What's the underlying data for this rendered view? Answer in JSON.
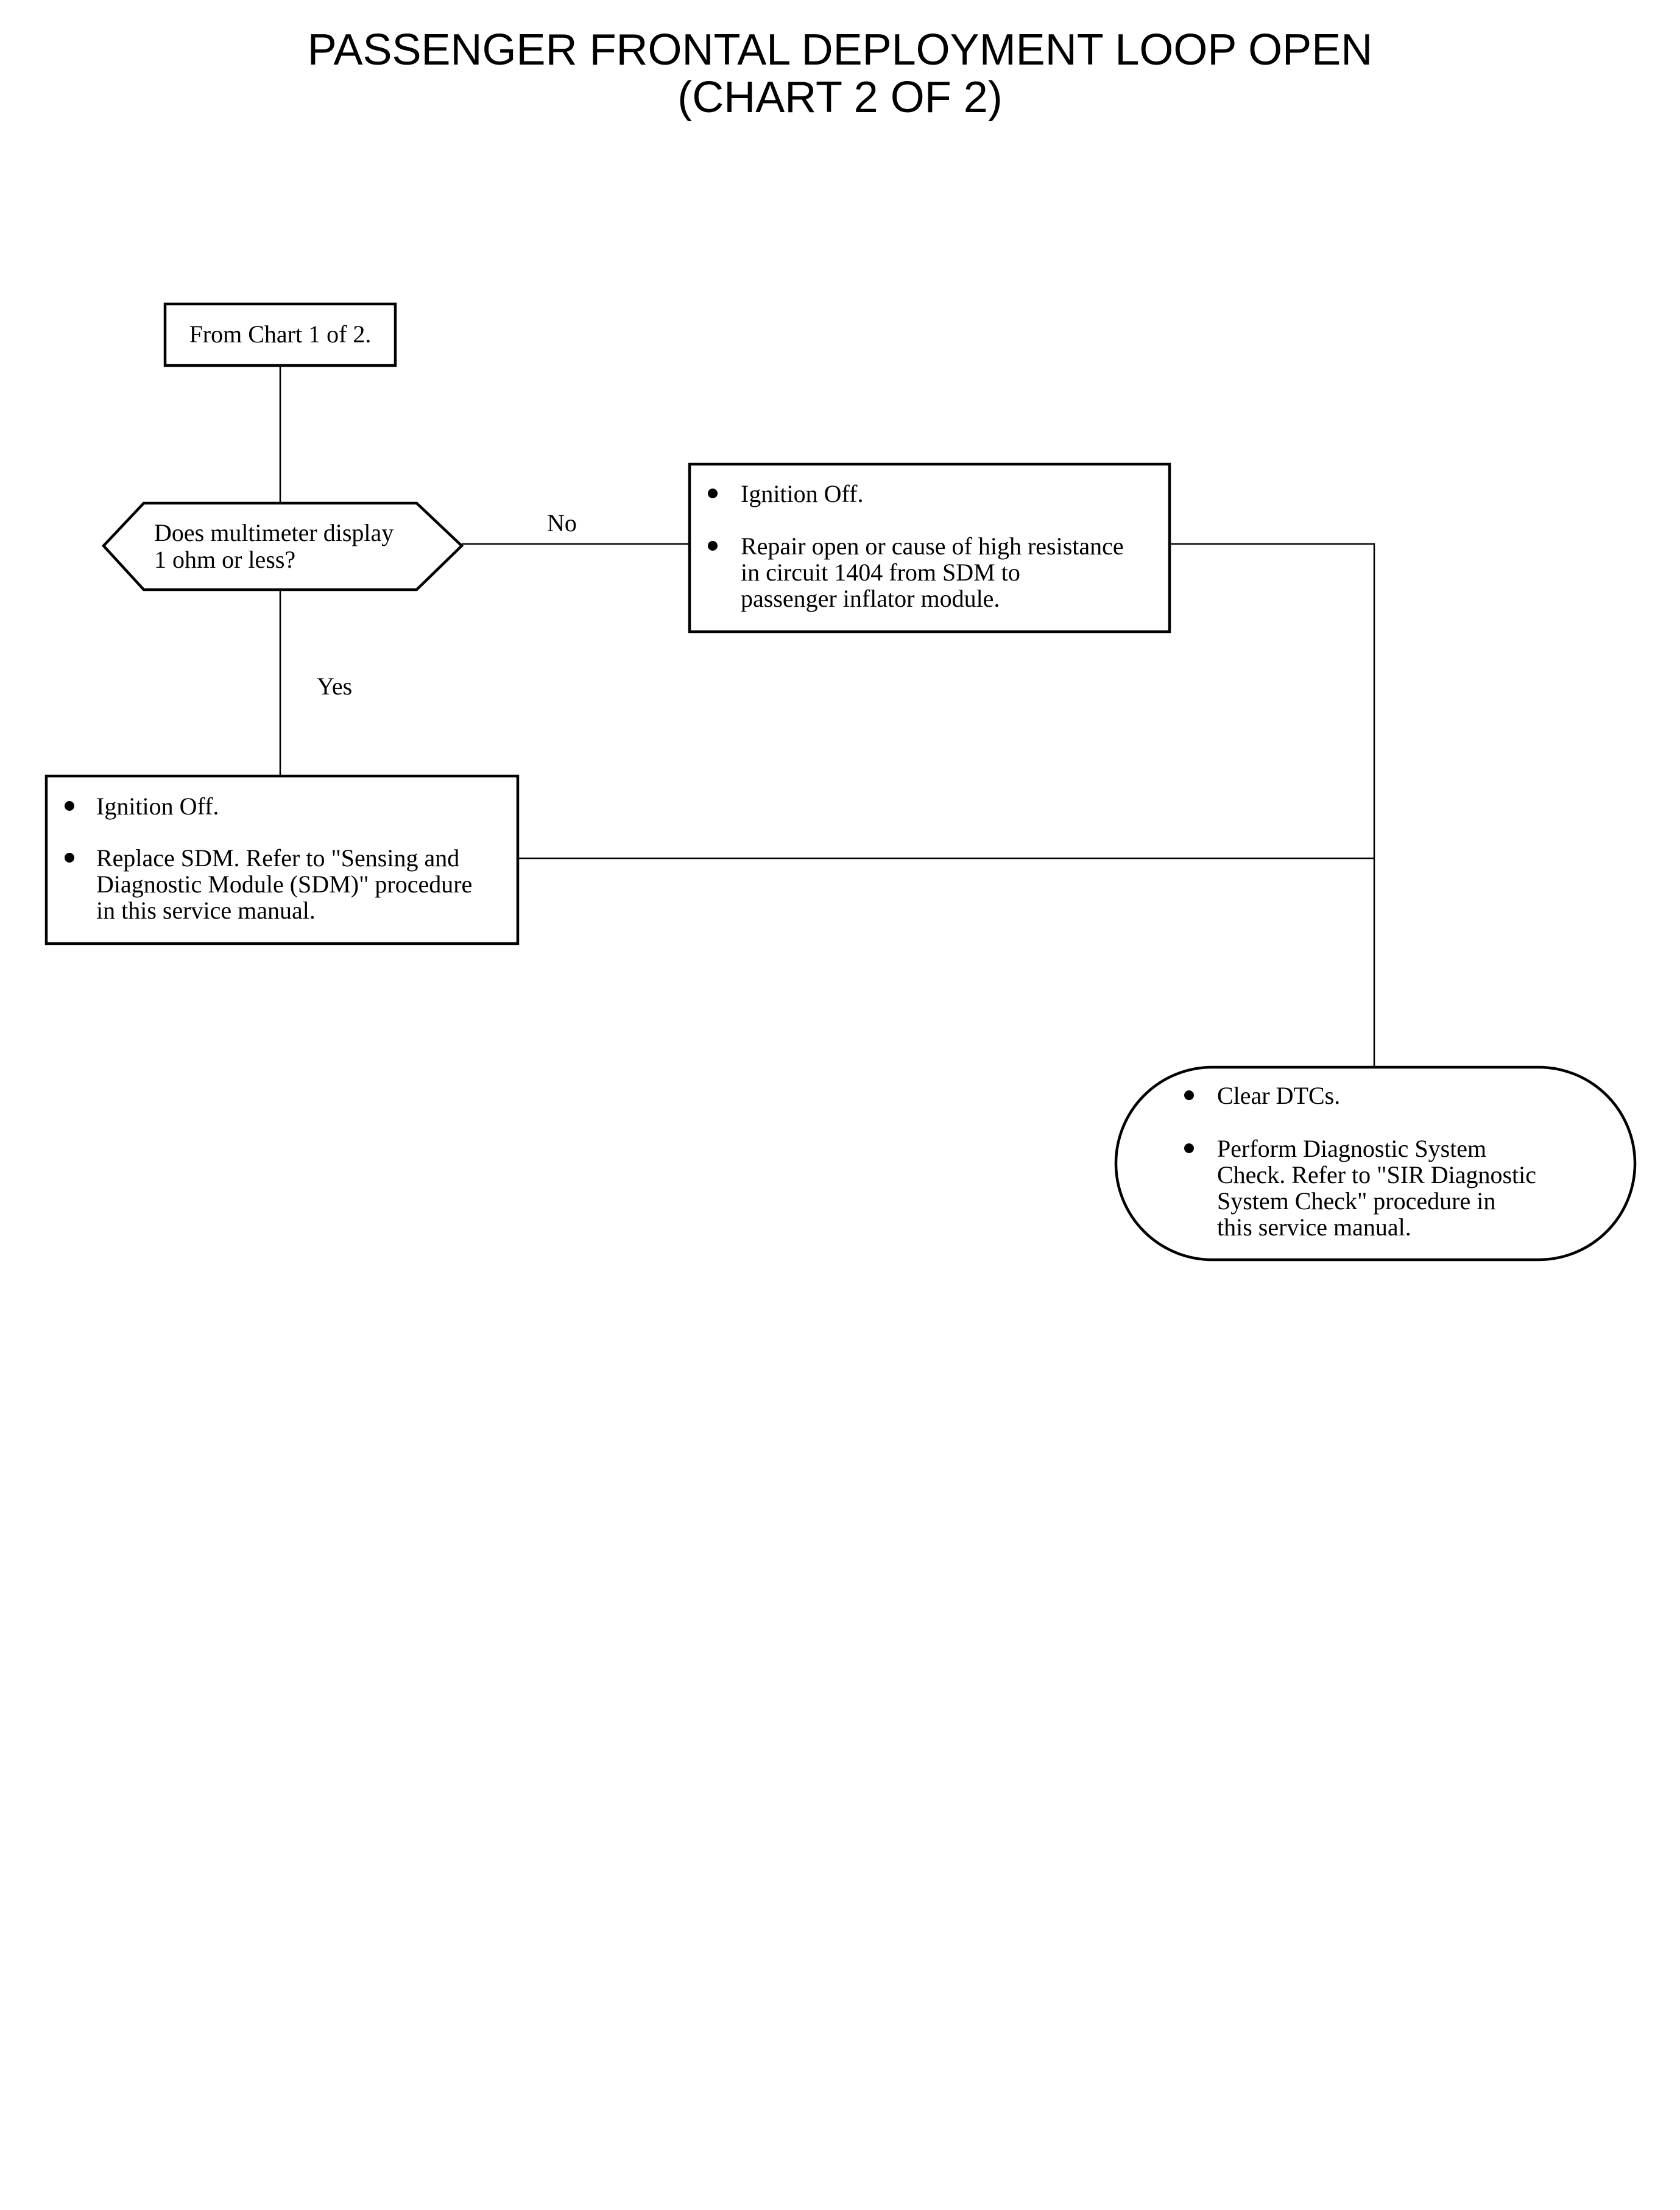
{
  "title": {
    "line1": "PASSENGER FRONTAL DEPLOYMENT LOOP OPEN",
    "line2": "(CHART 2 OF 2)"
  },
  "start": {
    "text": "From Chart 1 of 2."
  },
  "decision": {
    "lines": [
      "Does multimeter display",
      "1 ohm or less?"
    ]
  },
  "branch_labels": {
    "no": "No",
    "yes": "Yes"
  },
  "repair_box": {
    "step1": "Ignition Off.",
    "step2_lines": [
      "Repair open or cause of high resistance",
      "in circuit 1404 from SDM to",
      "passenger inflator module."
    ]
  },
  "replace_box": {
    "step1": "Ignition Off.",
    "step2_lines": [
      "Replace SDM.  Refer to \"Sensing and",
      "Diagnostic Module (SDM)\" procedure",
      "in this service manual."
    ]
  },
  "end": {
    "step1": "Clear DTCs.",
    "step2_lines": [
      "Perform Diagnostic System",
      "Check.  Refer to \"SIR Diagnostic",
      "System Check\" procedure in",
      "this service manual."
    ]
  }
}
